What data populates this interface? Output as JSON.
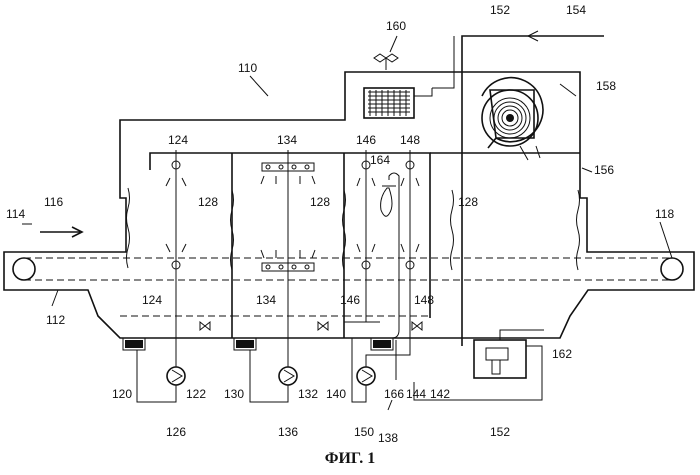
{
  "figure": {
    "caption": "ФИГ. 1"
  },
  "labels": {
    "l110": "110",
    "l112": "112",
    "l114": "114",
    "l116": "116",
    "l118": "118",
    "l120": "120",
    "l122": "122",
    "l124a": "124",
    "l124b": "124",
    "l126": "126",
    "l128a": "128",
    "l128b": "128",
    "l128c": "128",
    "l130": "130",
    "l132": "132",
    "l134a": "134",
    "l134b": "134",
    "l136": "136",
    "l138": "138",
    "l140": "140",
    "l142": "142",
    "l144": "144",
    "l146a": "146",
    "l146b": "146",
    "l148a": "148",
    "l148b": "148",
    "l150": "150",
    "l152a": "152",
    "l152b": "152",
    "l154": "154",
    "l156": "156",
    "l158": "158",
    "l160": "160",
    "l162": "162",
    "l164": "164",
    "l166": "166"
  }
}
